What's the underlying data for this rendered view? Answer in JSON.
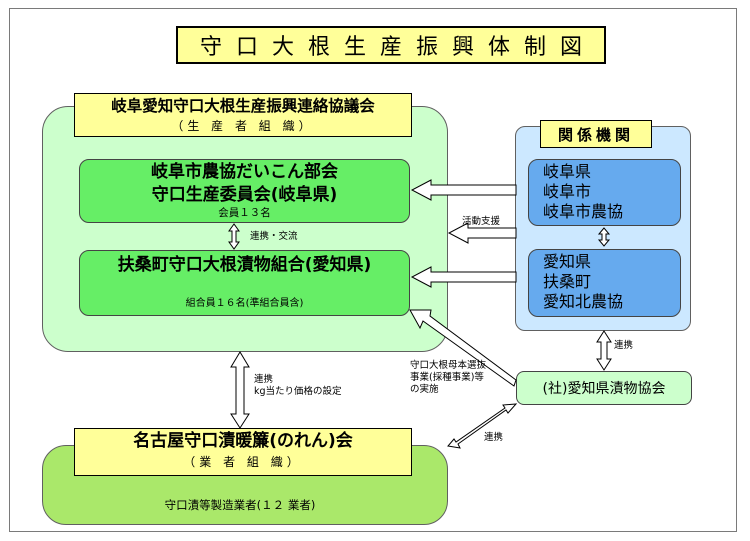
{
  "title": "守口大根生産振興体制図",
  "council": {
    "name": "岐阜愛知守口大根生産振興連絡協議会",
    "subtitle": "（生 産 者 組 織）",
    "gifu_group": {
      "line1": "岐阜市農協だいこん部会",
      "line2": "守口生産委員会(岐阜県)",
      "members": "会員１３名"
    },
    "fuso_group": {
      "line1": "扶桑町守口大根漬物組合(愛知県)",
      "members": "組合員１６名(準組合員含)"
    }
  },
  "agencies": {
    "label": "関係機関",
    "gifu": [
      "岐阜県",
      "岐阜市",
      "岐阜市農協"
    ],
    "aichi": [
      "愛知県",
      "扶桑町",
      "愛知北農協"
    ]
  },
  "pickle_association": "(社)愛知県漬物協会",
  "makers": {
    "name": "名古屋守口漬暖簾(のれん)会",
    "subtitle": "（業 者 組 織）",
    "members": "守口漬等製造業者(１２ 業者)"
  },
  "labels": {
    "support": "活動支援",
    "exchange": "連携・交流",
    "agency_link": "連携",
    "maker_link_1": "連携",
    "maker_link_2": "kg当たり価格の設定",
    "seed_1": "守口大根母本選抜",
    "seed_2": "事業(採種事業)等",
    "seed_3": "の実施",
    "assoc_link": "連携"
  }
}
